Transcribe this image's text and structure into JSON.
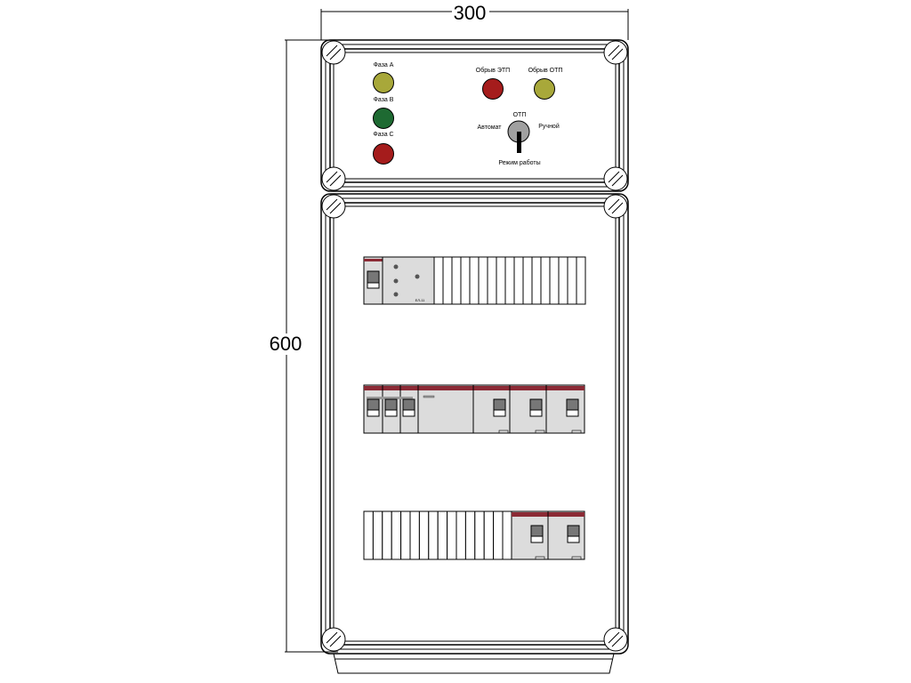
{
  "dimensions": {
    "width": "300",
    "height": "600"
  },
  "top_panel": {
    "phase_a": "Фаза А",
    "phase_b": "Фаза В",
    "phase_c": "Фаза С",
    "fault_1": "Обрыв ЭТП",
    "fault_2": "Обрыв ОТП",
    "switch_top": "ОТП",
    "switch_left": "Автомат",
    "switch_right": "Ручной",
    "switch_caption": "Режим работы"
  },
  "modules": {
    "relay_label": "ЕЛ-11"
  },
  "colors": {
    "yellow": "#a8a83a",
    "green": "#1e6a32",
    "red": "#a51c1c",
    "module": "#dcdcdc",
    "stripe": "#8b2a35"
  }
}
